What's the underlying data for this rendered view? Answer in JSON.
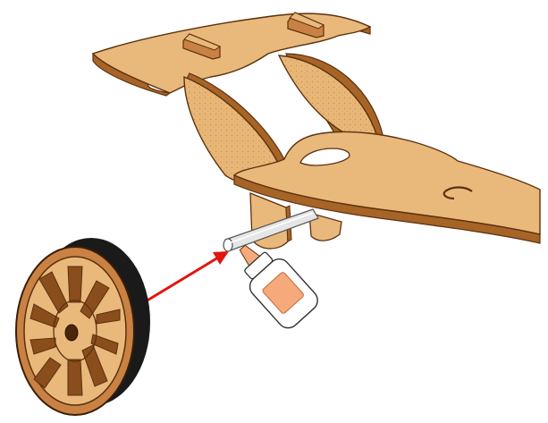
{
  "illustration": {
    "kind": "assembly-step",
    "parts": [
      "chassis",
      "support-plates",
      "axle",
      "glue-bottle",
      "wheel"
    ],
    "colors": {
      "wood_face": "#e8b778",
      "wood_edge": "#a76427",
      "wood_dark": "#7a4416",
      "tire": "#1a1a1a",
      "axle": "#e6e6e6",
      "arrow": "#e3140f",
      "glue_label": "#f6a97a"
    },
    "arrow_meaning": "wheel-slides-onto-axle"
  }
}
